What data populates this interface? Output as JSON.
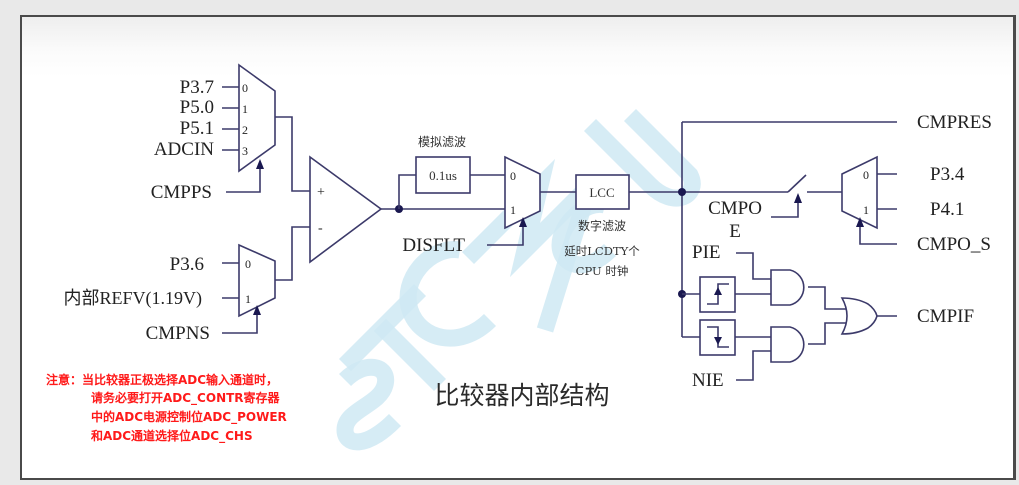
{
  "diagram": {
    "title": "比较器内部结构",
    "watermark": "STC MCU",
    "mux_pos": {
      "inputs": [
        {
          "name": "P3.7",
          "pin": "0"
        },
        {
          "name": "P5.0",
          "pin": "1"
        },
        {
          "name": "P5.1",
          "pin": "2"
        },
        {
          "name": "ADCIN",
          "pin": "3"
        }
      ],
      "select": "CMPPS"
    },
    "mux_neg": {
      "inputs": [
        {
          "name": "P3.6",
          "pin": "0"
        },
        {
          "name": "内部REFV(1.19V)",
          "pin": "1"
        }
      ],
      "select": "CMPNS"
    },
    "comparator": {
      "plus": "+",
      "minus": "-"
    },
    "analog_filter": {
      "label": "模拟滤波",
      "value": "0.1us"
    },
    "mux_filter": {
      "pins": [
        "0",
        "1"
      ],
      "select": "DISFLT"
    },
    "digital_filter": {
      "box": "LCC",
      "label": "数字滤波",
      "desc_line1": "延时LCDTY个",
      "desc_line2": "CPU 时钟"
    },
    "outputs": {
      "result": "CMPRES",
      "enable_line1": "CMPO",
      "enable_line2": "E",
      "out_mux": {
        "pins": [
          "0",
          "1"
        ],
        "outputs": [
          "P3.4",
          "P4.1"
        ],
        "select": "CMPO_S"
      },
      "pie": "PIE",
      "nie": "NIE",
      "interrupt_flag": "CMPIF"
    },
    "note": {
      "line1": "注意：当比较器正极选择ADC输入通道时，",
      "line2": "请务必要打开ADC_CONTR寄存器",
      "line3": "中的ADC电源控制位ADC_POWER",
      "line4": "和ADC通道选择位ADC_CHS"
    },
    "colors": {
      "wire": "#3c3a6a",
      "note": "#ff1a1a",
      "watermark": "#cfe9f3"
    }
  }
}
